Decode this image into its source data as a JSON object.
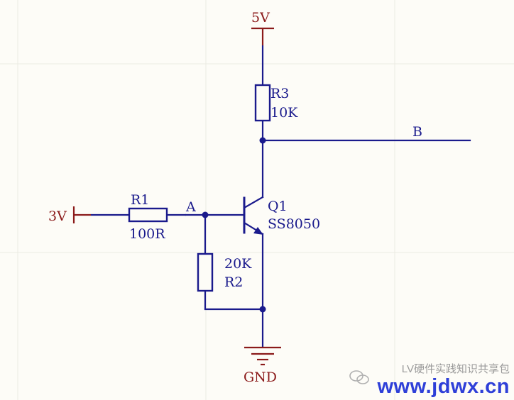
{
  "nets": {
    "vcc": "5V",
    "input_voltage": "3V",
    "ground": "GND",
    "node_a": "A",
    "node_b": "B"
  },
  "components": {
    "r1": {
      "designator": "R1",
      "value": "100R"
    },
    "r2": {
      "designator": "R2",
      "value": "20K"
    },
    "r3": {
      "designator": "R3",
      "value": "10K"
    },
    "q1": {
      "designator": "Q1",
      "part": "SS8050"
    }
  },
  "watermark": {
    "line1": "LV硬件实践知识共享包",
    "line2": "www.jdwx.cn"
  },
  "colors": {
    "wire": "#1a1a8c",
    "power_symbol": "#8b1a1a",
    "background": "#fdfcf7",
    "watermark_url": "#2e3fd8"
  }
}
